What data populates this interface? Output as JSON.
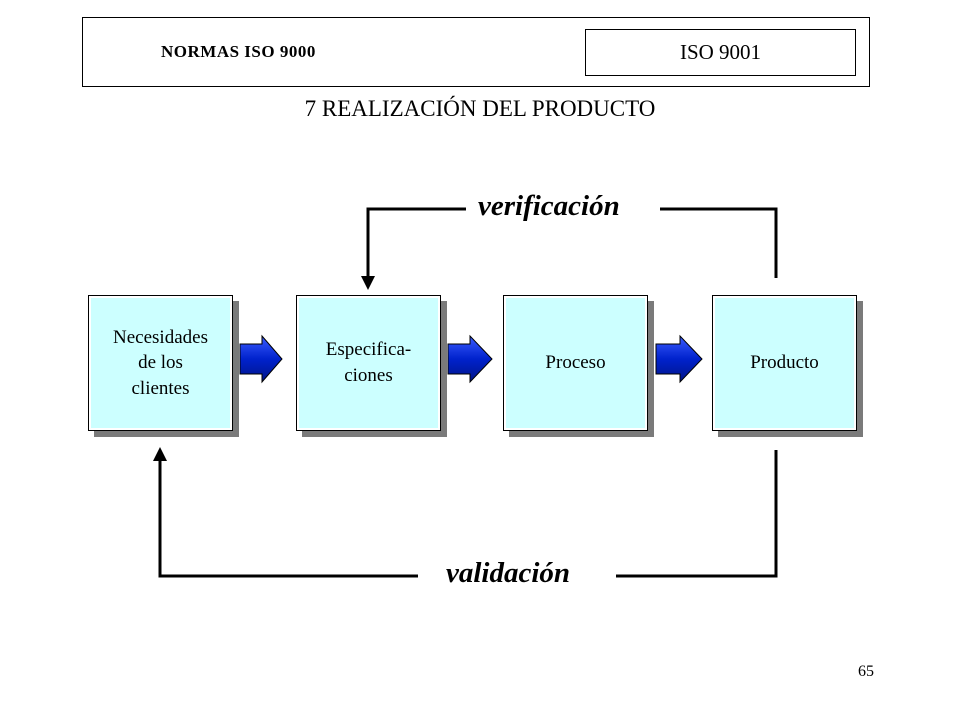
{
  "header": {
    "left_title": "NORMAS ISO 9000",
    "right_title": "ISO 9001"
  },
  "section_title": "7 REALIZACIÓN DEL PRODUCTO",
  "diagram": {
    "steps": [
      {
        "label": "Necesidades\nde los\nclientes"
      },
      {
        "label": "Especifica-\nciones"
      },
      {
        "label": "Proceso"
      },
      {
        "label": "Producto"
      }
    ],
    "loops": {
      "verification": "verificación",
      "validation": "validación"
    },
    "colors": {
      "box_fill": "#ccffff",
      "arrow_fill": "#0022cc",
      "line": "#000000"
    }
  },
  "page_number": "65"
}
